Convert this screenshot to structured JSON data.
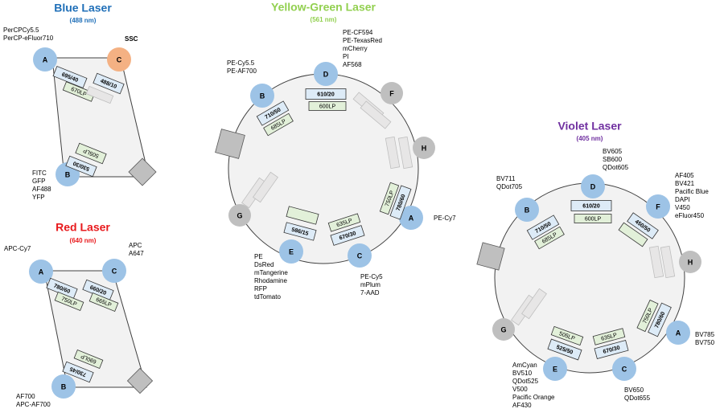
{
  "colors": {
    "blue_title": "#1F6FB8",
    "red_title": "#E8191C",
    "yellow_title": "#92D050",
    "violet_title": "#7030A0",
    "detector_fill": "#9DC3E6",
    "ssc_fill": "#F4B183",
    "blank_fill": "#BFBFBF",
    "bp_filter_fill": "#DDEBF7",
    "lp_filter_fill": "#E2F0D9",
    "housing_fill": "#F2F2F2"
  },
  "blue": {
    "title": "Blue Laser",
    "subtitle": "(488 nm)",
    "det_a": "A",
    "det_b": "B",
    "det_c": "C",
    "ssc_label": "SSC",
    "a_fluors": [
      "PerCPCy5.5",
      "PerCP-eFluor710"
    ],
    "b_fluors": [
      "FITC",
      "GFP",
      "AF488",
      "YFP"
    ],
    "f_a_bp": "695/40",
    "f_a_lp": "670LP",
    "f_c_bp": "488/10",
    "f_b_bp": "530/30",
    "f_b_lp": "505LP"
  },
  "red": {
    "title": "Red Laser",
    "subtitle": "(640 nm)",
    "det_a": "A",
    "det_b": "B",
    "det_c": "C",
    "a_fluors": [
      "APC-Cy7"
    ],
    "c_fluors": [
      "APC",
      "A647"
    ],
    "b_fluors": [
      "AF700",
      "APC-AF700"
    ],
    "f_a_bp": "780/60",
    "f_a_lp": "750LP",
    "f_c_bp": "660/20",
    "f_c_lp": "665LP",
    "f_b_bp": "730/45",
    "f_b_lp": "690LP"
  },
  "yellow": {
    "title": "Yellow-Green Laser",
    "subtitle": "(561 nm)",
    "det_a": "A",
    "det_b": "B",
    "det_c": "C",
    "det_d": "D",
    "det_e": "E",
    "det_f": "F",
    "det_g": "G",
    "det_h": "H",
    "d_fluors": [
      "PE-CF594",
      "PE-TexasRed",
      "mCherry",
      "PI",
      "AF568"
    ],
    "b_fluors": [
      "PE-Cy5.5",
      "PE-AF700"
    ],
    "a_fluors": [
      "PE-Cy7"
    ],
    "e_fluors": [
      "PE",
      "DsRed",
      "mTangerine",
      "Rhodamine",
      "RFP",
      "tdTomato"
    ],
    "c_fluors": [
      "PE-Cy5",
      "mPlum",
      "7-AAD"
    ],
    "f_d_bp": "610/20",
    "f_d_lp": "600LP",
    "f_b_bp": "710/50",
    "f_b_lp": "685LP",
    "f_a_bp": "780/60",
    "f_a_lp": "750LP",
    "f_c_bp": "670/30",
    "f_c_lp": "635LP",
    "f_e_bp": "586/15"
  },
  "violet": {
    "title": "Violet Laser",
    "subtitle": "(405 nm)",
    "det_a": "A",
    "det_b": "B",
    "det_c": "C",
    "det_d": "D",
    "det_e": "E",
    "det_f": "F",
    "det_g": "G",
    "det_h": "H",
    "d_fluors": [
      "BV605",
      "SB600",
      "QDot605"
    ],
    "b_fluors": [
      "BV711",
      "QDot705"
    ],
    "f_fluors": [
      "AF405",
      "BV421",
      "Pacific Blue",
      "DAPI",
      "V450",
      "eFluor450"
    ],
    "a_fluors": [
      "BV785",
      "BV750"
    ],
    "c_fluors": [
      "BV650",
      "QDot655"
    ],
    "e_fluors": [
      "AmCyan",
      "BV510",
      "QDot525",
      "V500",
      "Pacific Orange",
      "AF430"
    ],
    "f_d_bp": "610/20",
    "f_d_lp": "600LP",
    "f_b_bp": "710/50",
    "f_b_lp": "685LP",
    "f_f_bp": "450/50",
    "f_a_bp": "780/60",
    "f_a_lp": "750LP",
    "f_c_bp": "670/30",
    "f_c_lp": "635LP",
    "f_e_bp": "525/50",
    "f_e_lp": "505LP"
  }
}
